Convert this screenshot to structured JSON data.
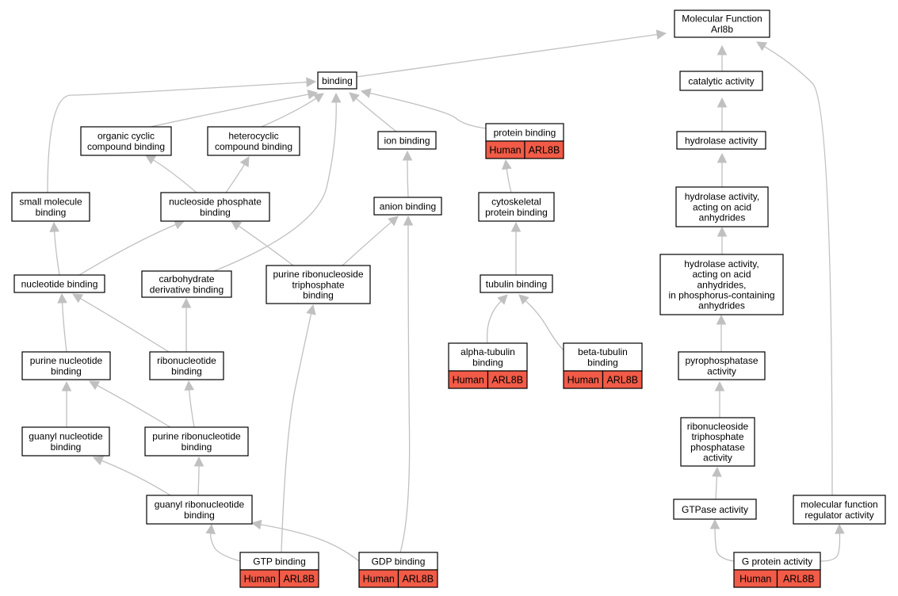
{
  "diagram": {
    "colors": {
      "edge": "#c0c0c0",
      "tag_fill": "#f15b47",
      "node_fill": "#ffffff",
      "border": "#000000"
    },
    "nodes": [
      {
        "id": "mf",
        "lines": [
          "Molecular Function",
          "Arl8b"
        ]
      },
      {
        "id": "binding",
        "lines": [
          "binding"
        ]
      },
      {
        "id": "catalytic",
        "lines": [
          "catalytic activity"
        ]
      },
      {
        "id": "organic",
        "lines": [
          "organic cyclic",
          "compound binding"
        ]
      },
      {
        "id": "hetero",
        "lines": [
          "heterocyclic",
          "compound binding"
        ]
      },
      {
        "id": "ion",
        "lines": [
          "ion binding"
        ]
      },
      {
        "id": "protein",
        "lines": [
          "protein binding"
        ],
        "tags": [
          "Human",
          "ARL8B"
        ]
      },
      {
        "id": "hydrolase",
        "lines": [
          "hydrolase activity"
        ]
      },
      {
        "id": "smallmol",
        "lines": [
          "small molecule",
          "binding"
        ]
      },
      {
        "id": "nucphos",
        "lines": [
          "nucleoside phosphate",
          "binding"
        ]
      },
      {
        "id": "anion",
        "lines": [
          "anion binding"
        ]
      },
      {
        "id": "cytoskel",
        "lines": [
          "cytoskeletal",
          "protein binding"
        ]
      },
      {
        "id": "hydacid",
        "lines": [
          "hydrolase activity,",
          "acting on acid",
          "anhydrides"
        ]
      },
      {
        "id": "nucbind",
        "lines": [
          "nucleotide binding"
        ]
      },
      {
        "id": "carb",
        "lines": [
          "carbohydrate",
          "derivative binding"
        ]
      },
      {
        "id": "prntp",
        "lines": [
          "purine ribonucleoside",
          "triphosphate",
          "binding"
        ]
      },
      {
        "id": "tubulin",
        "lines": [
          "tubulin binding"
        ]
      },
      {
        "id": "hydphos",
        "lines": [
          "hydrolase activity,",
          "acting on acid",
          "anhydrides,",
          "in phosphorus-containing",
          "anhydrides"
        ]
      },
      {
        "id": "purnuc",
        "lines": [
          "purine nucleotide",
          "binding"
        ]
      },
      {
        "id": "ribonuc",
        "lines": [
          "ribonucleotide",
          "binding"
        ]
      },
      {
        "id": "alpha",
        "lines": [
          "alpha-tubulin",
          "binding"
        ],
        "tags": [
          "Human",
          "ARL8B"
        ]
      },
      {
        "id": "beta",
        "lines": [
          "beta-tubulin",
          "binding"
        ],
        "tags": [
          "Human",
          "ARL8B"
        ]
      },
      {
        "id": "pyro",
        "lines": [
          "pyrophosphatase",
          "activity"
        ]
      },
      {
        "id": "guanyl",
        "lines": [
          "guanyl nucleotide",
          "binding"
        ]
      },
      {
        "id": "purribo",
        "lines": [
          "purine ribonucleotide",
          "binding"
        ]
      },
      {
        "id": "rntpase",
        "lines": [
          "ribonucleoside",
          "triphosphate",
          "phosphatase",
          "activity"
        ]
      },
      {
        "id": "guanylribo",
        "lines": [
          "guanyl ribonucleotide",
          "binding"
        ]
      },
      {
        "id": "gtpase",
        "lines": [
          "GTPase activity"
        ]
      },
      {
        "id": "mfreg",
        "lines": [
          "molecular function",
          "regulator activity"
        ]
      },
      {
        "id": "gtp",
        "lines": [
          "GTP binding"
        ],
        "tags": [
          "Human",
          "ARL8B"
        ]
      },
      {
        "id": "gdp",
        "lines": [
          "GDP binding"
        ],
        "tags": [
          "Human",
          "ARL8B"
        ]
      },
      {
        "id": "gprot",
        "lines": [
          "G protein activity"
        ],
        "tags": [
          "Human",
          "ARL8B"
        ]
      }
    ],
    "edges": [
      {
        "from": "binding",
        "to": "mf"
      },
      {
        "from": "catalytic",
        "to": "mf"
      },
      {
        "from": "mfreg",
        "to": "mf"
      },
      {
        "from": "organic",
        "to": "binding"
      },
      {
        "from": "hetero",
        "to": "binding"
      },
      {
        "from": "ion",
        "to": "binding"
      },
      {
        "from": "protein",
        "to": "binding"
      },
      {
        "from": "smallmol",
        "to": "binding"
      },
      {
        "from": "carb",
        "to": "binding"
      },
      {
        "from": "hydrolase",
        "to": "catalytic"
      },
      {
        "from": "nucphos",
        "to": "organic"
      },
      {
        "from": "nucphos",
        "to": "hetero"
      },
      {
        "from": "anion",
        "to": "ion"
      },
      {
        "from": "cytoskel",
        "to": "protein"
      },
      {
        "from": "hydacid",
        "to": "hydrolase"
      },
      {
        "from": "nucbind",
        "to": "smallmol"
      },
      {
        "from": "nucbind",
        "to": "nucphos"
      },
      {
        "from": "prntp",
        "to": "nucphos"
      },
      {
        "from": "prntp",
        "to": "anion"
      },
      {
        "from": "gdp",
        "to": "anion"
      },
      {
        "from": "tubulin",
        "to": "cytoskel"
      },
      {
        "from": "hydphos",
        "to": "hydacid"
      },
      {
        "from": "purnuc",
        "to": "nucbind"
      },
      {
        "from": "ribonuc",
        "to": "nucbind"
      },
      {
        "from": "ribonuc",
        "to": "carb"
      },
      {
        "from": "gtp",
        "to": "prntp"
      },
      {
        "from": "alpha",
        "to": "tubulin"
      },
      {
        "from": "beta",
        "to": "tubulin"
      },
      {
        "from": "pyro",
        "to": "hydphos"
      },
      {
        "from": "guanyl",
        "to": "purnuc"
      },
      {
        "from": "purribo",
        "to": "purnuc"
      },
      {
        "from": "purribo",
        "to": "ribonuc"
      },
      {
        "from": "rntpase",
        "to": "pyro"
      },
      {
        "from": "guanylribo",
        "to": "guanyl"
      },
      {
        "from": "guanylribo",
        "to": "purribo"
      },
      {
        "from": "gtpase",
        "to": "rntpase"
      },
      {
        "from": "gtp",
        "to": "guanylribo"
      },
      {
        "from": "gdp",
        "to": "guanylribo"
      },
      {
        "from": "gprot",
        "to": "gtpase"
      },
      {
        "from": "gprot",
        "to": "mfreg"
      }
    ]
  }
}
